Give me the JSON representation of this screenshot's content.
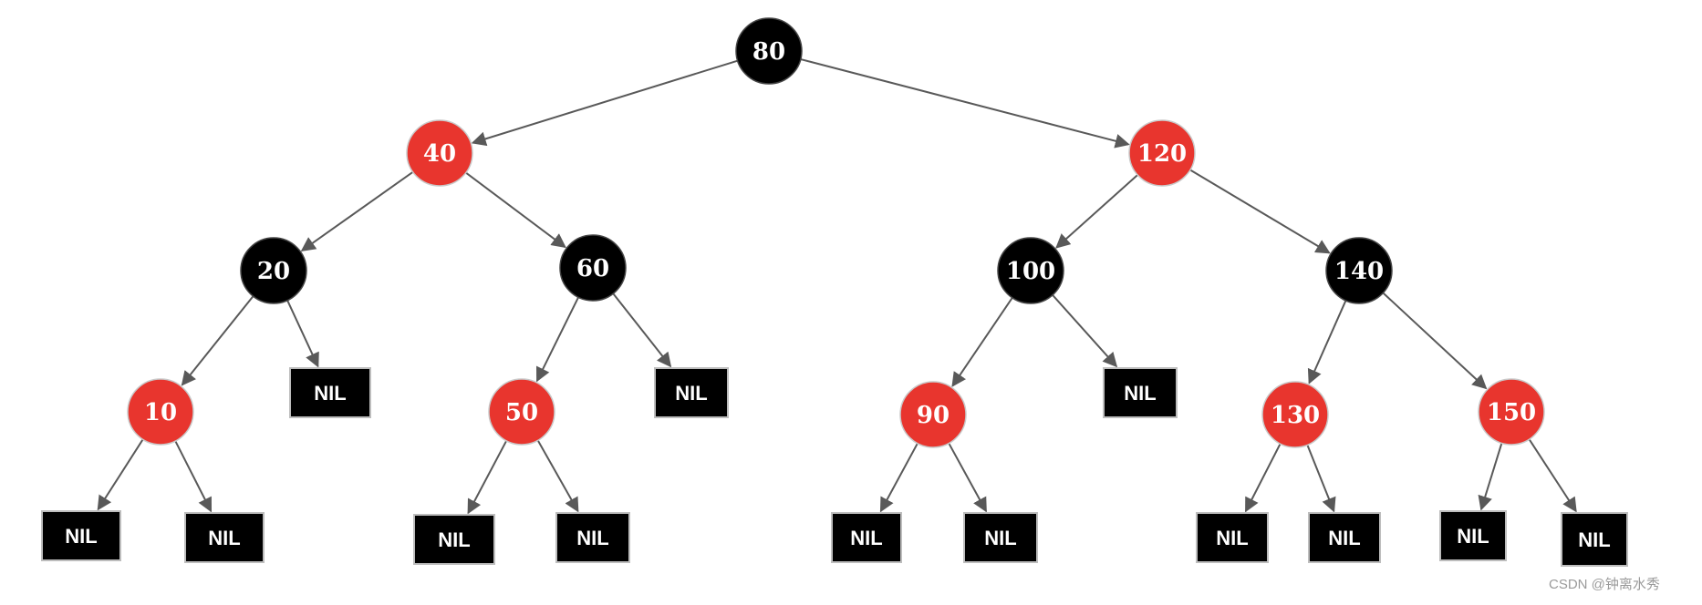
{
  "colors": {
    "red": "#e8352e",
    "black": "#000000",
    "text": "#ffffff",
    "edge": "#595959"
  },
  "tree": {
    "nodes": [
      {
        "id": "n80",
        "label": "80",
        "color": "black"
      },
      {
        "id": "n40",
        "label": "40",
        "color": "red"
      },
      {
        "id": "n120",
        "label": "120",
        "color": "red"
      },
      {
        "id": "n20",
        "label": "20",
        "color": "black"
      },
      {
        "id": "n60",
        "label": "60",
        "color": "black"
      },
      {
        "id": "n100",
        "label": "100",
        "color": "black"
      },
      {
        "id": "n140",
        "label": "140",
        "color": "black"
      },
      {
        "id": "n10",
        "label": "10",
        "color": "red"
      },
      {
        "id": "n50",
        "label": "50",
        "color": "red"
      },
      {
        "id": "n90",
        "label": "90",
        "color": "red"
      },
      {
        "id": "n130",
        "label": "130",
        "color": "red"
      },
      {
        "id": "n150",
        "label": "150",
        "color": "red"
      }
    ],
    "nil_label": "NIL"
  },
  "watermark": "CSDN @钟离水秀"
}
